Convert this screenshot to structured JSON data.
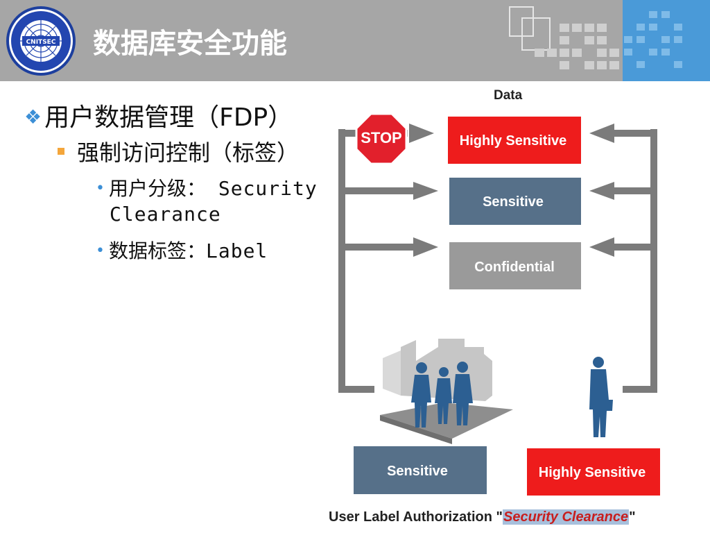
{
  "header": {
    "title": "数据库安全功能",
    "logo_alt": "CNITSEC"
  },
  "bullets": {
    "level1": {
      "glyph": "❖",
      "text": "用户数据管理（FDP）"
    },
    "level2": {
      "text": "强制访问控制（标签）"
    },
    "level3": [
      {
        "prefix": "用户分级：",
        "text_line1": " Security",
        "text_line2": "Clearance"
      },
      {
        "prefix": "数据标签：",
        "text_line1": "Label"
      }
    ]
  },
  "diagram": {
    "data_heading": "Data",
    "stop_sign": "STOP",
    "data_labels": [
      "Highly Sensitive",
      "Sensitive",
      "Confidential"
    ],
    "user_labels": [
      "Sensitive",
      "Highly Sensitive"
    ],
    "caption_prefix": "User Label Authorization \"",
    "caption_emphasis": "Security Clearance",
    "caption_suffix": "\""
  },
  "colors": {
    "header_gray": "#a6a6a6",
    "header_blue": "#4a9ad8",
    "highly_sensitive": "#ee1c1c",
    "sensitive": "#567089",
    "confidential": "#9a9a9a",
    "arrow": "#7b7b7b"
  }
}
